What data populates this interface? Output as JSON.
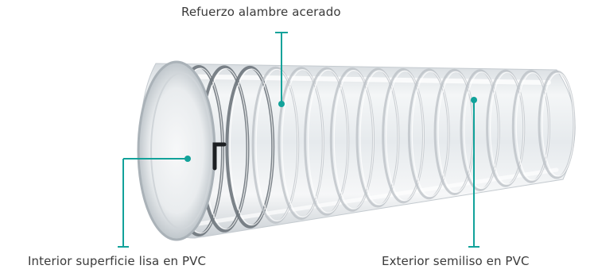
{
  "callouts": {
    "reinforcement": "Refuerzo alambre acerado",
    "interior": "Interior superficie lisa en PVC",
    "exterior": "Exterior semiliso en PVC"
  },
  "colors": {
    "callout_line": "#12a29a",
    "label_text": "#3a3a3a",
    "tube_body": "#e4e8eb",
    "wire": "#c8ccd0"
  },
  "illustration": {
    "subject": "transparent PVC hose with spiral steel wire reinforcement",
    "wire_turns": 15
  }
}
